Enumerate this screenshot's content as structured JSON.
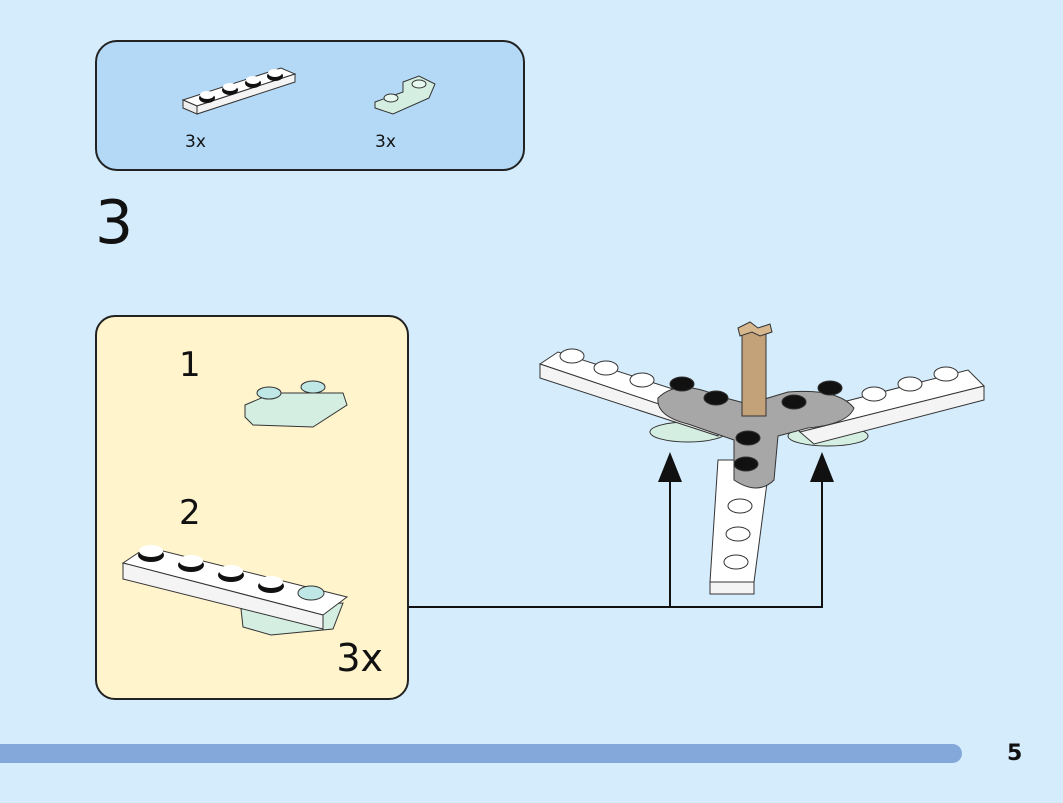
{
  "parts_list": {
    "items": [
      {
        "part": "white-plate-1x4",
        "quantity": "3x"
      },
      {
        "part": "light-aqua-inverted-slope",
        "quantity": "3x"
      }
    ]
  },
  "step": {
    "number": "3",
    "substeps": [
      {
        "number": "1"
      },
      {
        "number": "2"
      }
    ],
    "substep_quantity": "3x"
  },
  "colors": {
    "background": "#d5ecfc",
    "parts_box": "#b4d9f6",
    "substep_box": "#fff4cc",
    "progress_bar": "#85a8da"
  },
  "page": {
    "number": "5"
  }
}
